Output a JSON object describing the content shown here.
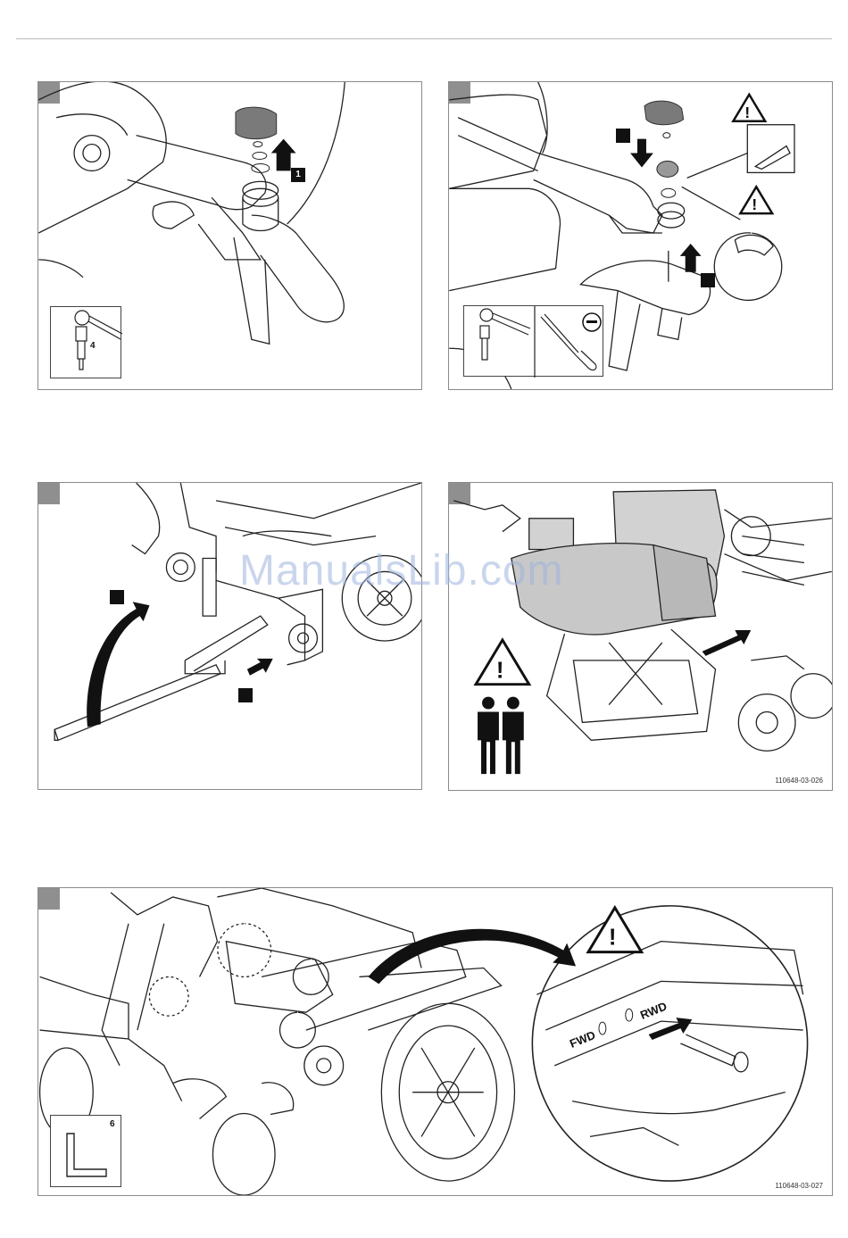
{
  "watermark": "ManualsLib.com",
  "panels": {
    "p1": {
      "callout": "1",
      "inset_number": "4"
    },
    "p2": {
      "callout_a": "",
      "callout_b": ""
    },
    "p3": {},
    "p4": {
      "code": "110648-03-026"
    },
    "p5": {
      "inset_number": "6",
      "label_fwd": "FWD",
      "label_rwd": "RWD",
      "code": "110648-03-027"
    }
  }
}
